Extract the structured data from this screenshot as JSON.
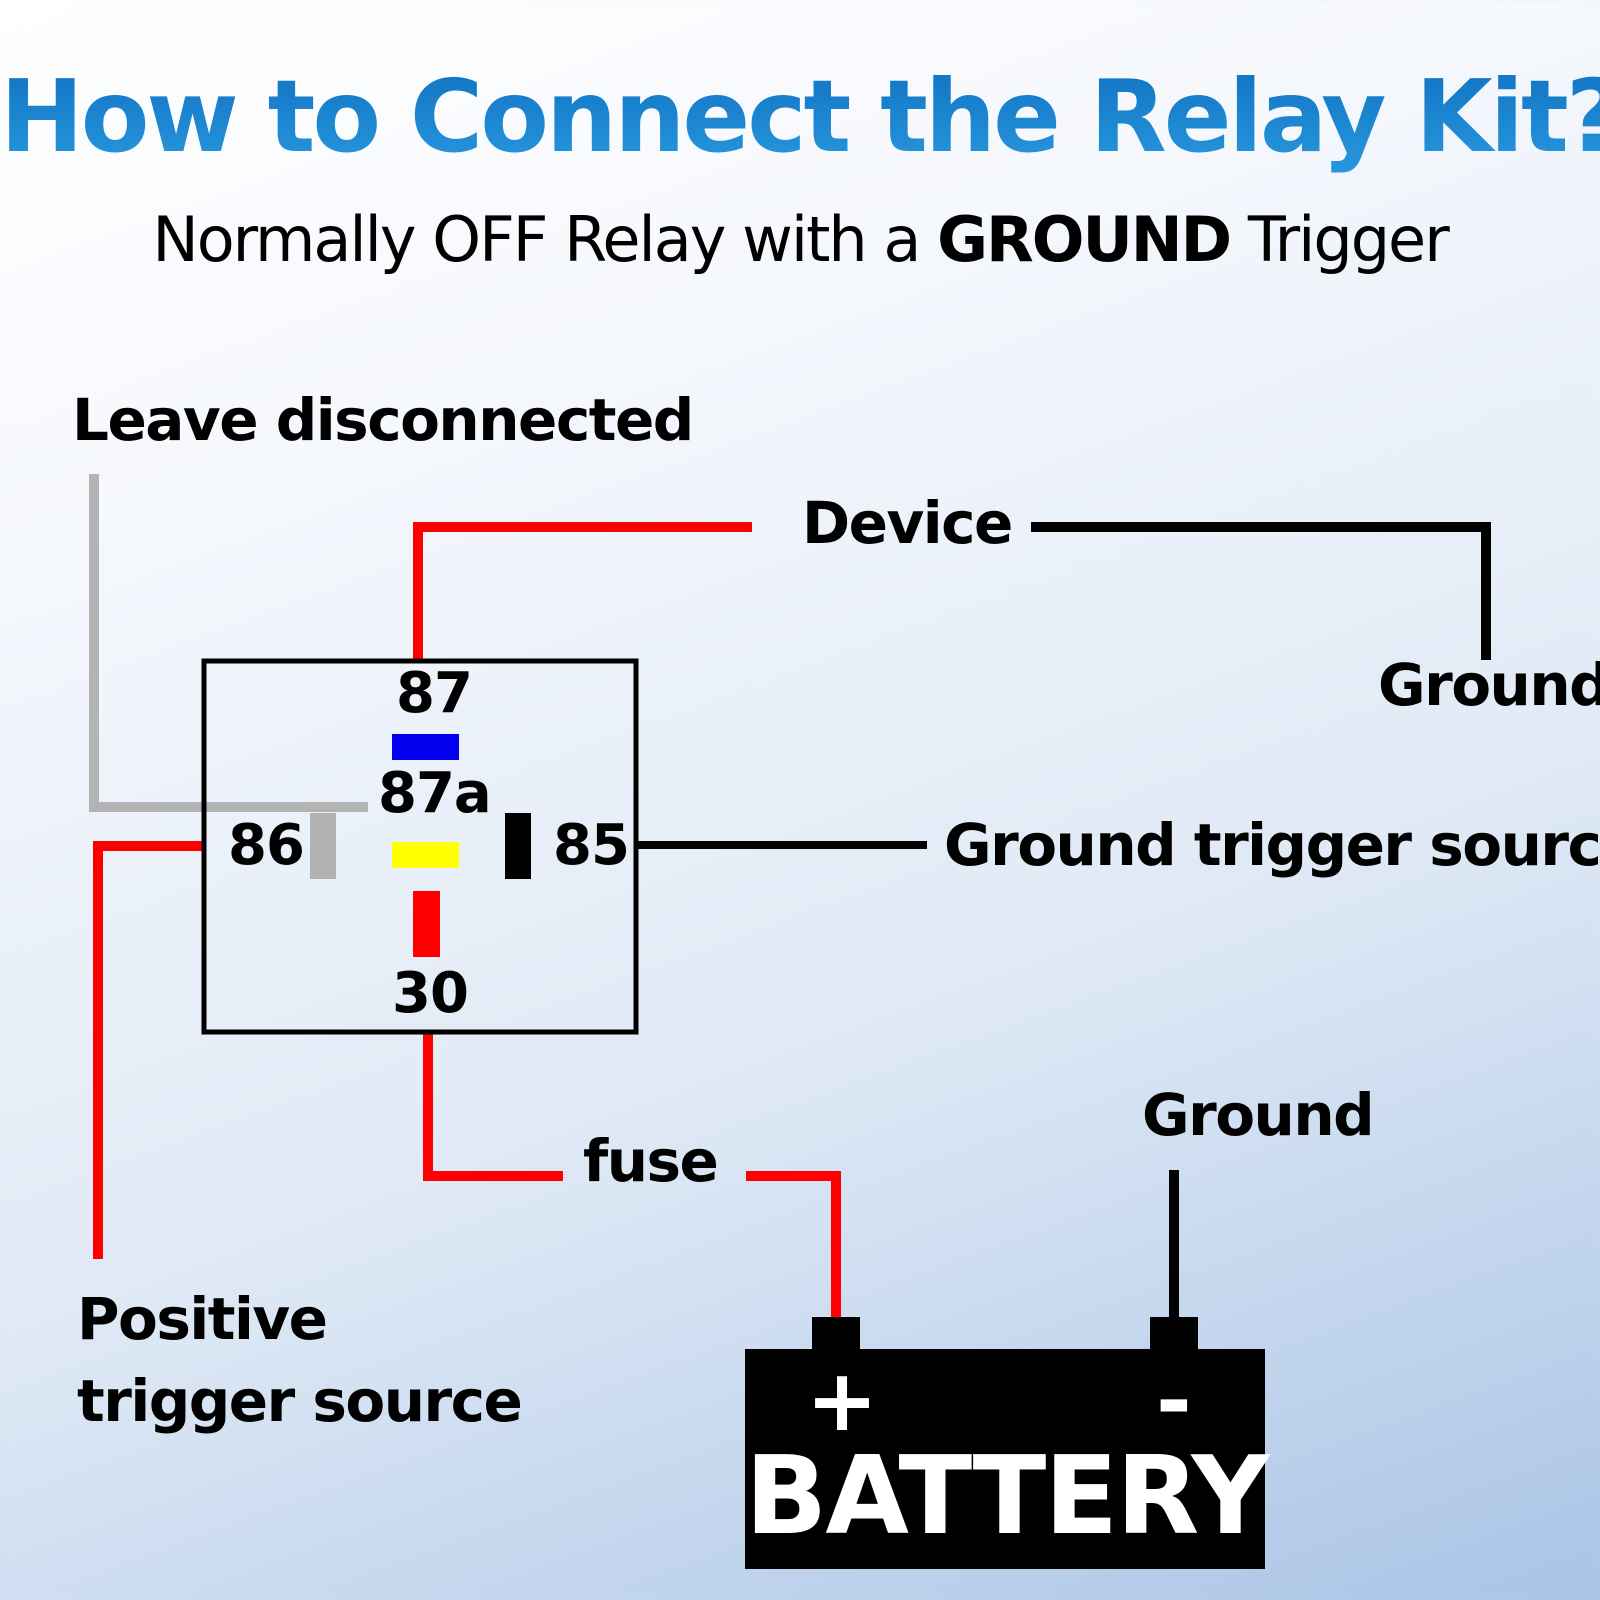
{
  "header": {
    "title": "How to Connect the Relay Kit?",
    "subtitle_prefix": "Normally OFF Relay with a ",
    "subtitle_bold": "GROUND",
    "subtitle_suffix": " Trigger"
  },
  "labels": {
    "leave_disconnected": "Leave disconnected",
    "device": "Device",
    "ground_top": "Ground",
    "ground_trigger_source": "Ground trigger source",
    "ground_battery": "Ground",
    "fuse": "fuse",
    "positive_line1": "Positive",
    "positive_line2": "trigger source"
  },
  "relay": {
    "pins": {
      "p87": "87",
      "p87a": "87a",
      "p86": "86",
      "p85": "85",
      "p30": "30"
    },
    "pin_colors": {
      "p87": "#0000ee",
      "p87a": "#ffff00",
      "p86": "#b3b3b3",
      "p85": "#000000",
      "p30": "#ff0000"
    }
  },
  "battery": {
    "label": "BATTERY",
    "positive_sign": "+",
    "negative_sign": "-"
  },
  "colors": {
    "title_blue": "#1a86d4",
    "wire_red": "#ff0000",
    "wire_black": "#000000",
    "wire_gray": "#b3b3b3"
  }
}
